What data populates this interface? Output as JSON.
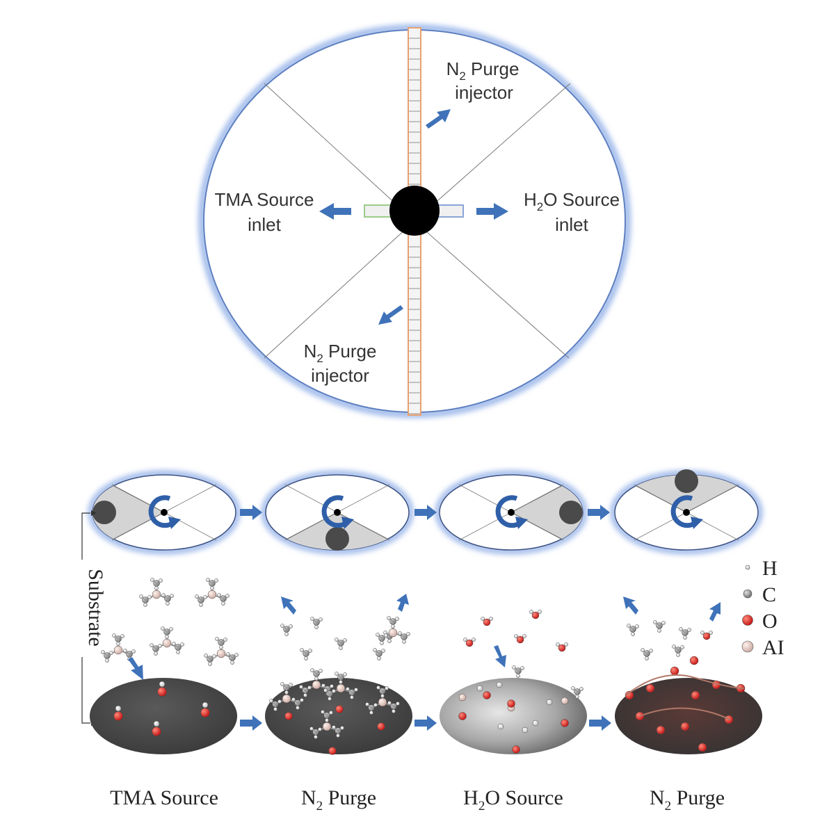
{
  "wheel": {
    "top_injector": {
      "main": "N",
      "sub": "2",
      "rest": " Purge",
      "line2": "injector"
    },
    "bottom_injector": {
      "main": "N",
      "sub": "2",
      "rest": " Purge",
      "line2": "injector"
    },
    "left_inlet": {
      "line1": "TMA Source",
      "line2": "inlet"
    },
    "right_inlet": {
      "main": "H",
      "sub": "2",
      "rest": "O Source",
      "line2": "inlet"
    }
  },
  "side_label": "Substrate",
  "legend": [
    {
      "label": "H",
      "color": "#f2f2f2"
    },
    {
      "label": "C",
      "color": "#8a8a8a"
    },
    {
      "label": "O",
      "color": "#d41a1a"
    },
    {
      "label": "AI",
      "color": "#e8cfc8"
    }
  ],
  "steps": [
    {
      "main": "TMA Source",
      "sub": "",
      "rest": ""
    },
    {
      "main": "N",
      "sub": "2",
      "rest": " Purge"
    },
    {
      "main": "H",
      "sub": "2",
      "rest": "O Source"
    },
    {
      "main": "N",
      "sub": "2",
      "rest": " Purge"
    }
  ],
  "colors": {
    "arrow": "#3f72b8",
    "glow": "#9fb9ea",
    "substrate": "#4a4a4a",
    "oxygen": "#d41a1a"
  }
}
